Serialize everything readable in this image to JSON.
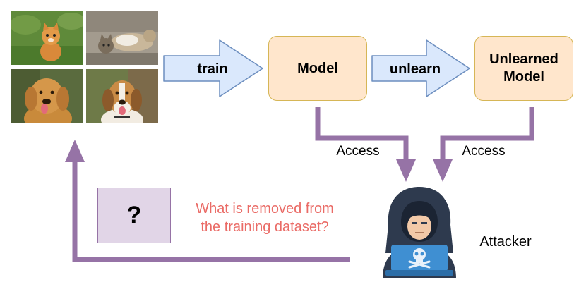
{
  "arrows": {
    "train_label": "train",
    "unlearn_label": "unlearn",
    "access_left_label": "Access",
    "access_right_label": "Access"
  },
  "boxes": {
    "model_label": "Model",
    "unlearned_model_label_line1": "Unlearned",
    "unlearned_model_label_line2": "Model"
  },
  "question_box": {
    "symbol": "?"
  },
  "question_text": {
    "line1": "What is removed from",
    "line2": "the training dataset?"
  },
  "attacker": {
    "label": "Attacker"
  },
  "dataset_images": [
    {
      "content": "kitten-photo"
    },
    {
      "content": "cats-playing-photo"
    },
    {
      "content": "golden-retriever-photo"
    },
    {
      "content": "beagle-photo"
    }
  ],
  "colors": {
    "block_arrow_fill": "#dae8fc",
    "block_arrow_stroke": "#6c8ebf",
    "model_fill": "#ffe6cc",
    "model_stroke": "#d6b656",
    "purple_arrow": "#9673a6",
    "question_fill": "#e1d5e7",
    "question_text": "#ea6b66",
    "attacker_dark": "#2e3a4e",
    "attacker_accent": "#3f8fd2"
  }
}
